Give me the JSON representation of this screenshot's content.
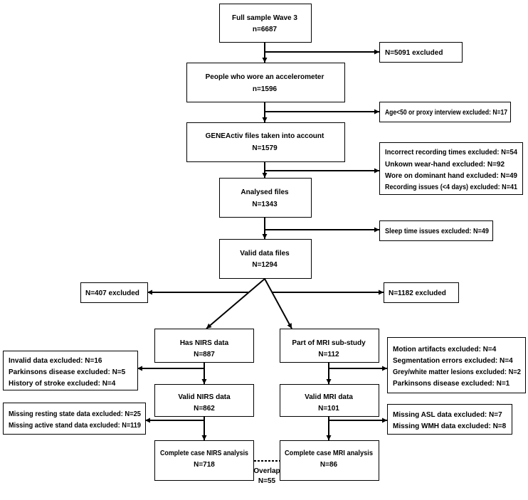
{
  "figure": {
    "nodes": {
      "full_sample": {
        "title": "Full sample Wave 3",
        "count": "n=6687"
      },
      "accelerometer": {
        "title": "People who wore an accelerometer",
        "count": "n=1596"
      },
      "geneactiv": {
        "title": "GENEActiv files taken into account",
        "count": "N=1579"
      },
      "analysed": {
        "title": "Analysed files",
        "count": "N=1343"
      },
      "valid_files": {
        "title": "Valid data files",
        "count": "N=1294"
      },
      "has_nirs": {
        "title": "Has NIRS data",
        "count": "N=887"
      },
      "mri_substudy": {
        "title": "Part of MRI sub-study",
        "count": "N=112"
      },
      "valid_nirs": {
        "title": "Valid NIRS data",
        "count": "N=862"
      },
      "valid_mri": {
        "title": "Valid MRI data",
        "count": "N=101"
      },
      "complete_nirs": {
        "title": "Complete case NIRS analysis",
        "count": "N=718"
      },
      "complete_mri": {
        "title": "Complete case MRI analysis",
        "count": "N=86"
      }
    },
    "exclusions": {
      "wave3": [
        "N=5091 excluded"
      ],
      "age_proxy": [
        "Age<50 or proxy interview excluded: N=17"
      ],
      "files": [
        "Incorrect recording times excluded: N=54",
        "Unkown wear-hand excluded: N=92",
        "Wore on dominant hand excluded: N=49",
        "Recording issues (<4 days) excluded: N=41"
      ],
      "sleep": [
        "Sleep time issues excluded: N=49"
      ],
      "split_left": [
        "N=407 excluded"
      ],
      "split_right": [
        "N=1182 excluded"
      ],
      "nirs_validity": [
        "Invalid data excluded: N=16",
        "Parkinsons disease excluded: N=5",
        "History of stroke excluded: N=4"
      ],
      "mri_validity": [
        "Motion artifacts excluded: N=4",
        "Segmentation errors excluded: N=4",
        "Grey/white matter lesions excluded: N=2",
        "Parkinsons disease excluded: N=1"
      ],
      "nirs_missing": [
        "Missing resting state data excluded: N=25",
        "Missing active stand data excluded: N=119"
      ],
      "mri_missing": [
        "Missing ASL data excluded: N=7",
        "Missing WMH data excluded: N=8"
      ]
    },
    "overlap": {
      "label": "Overlap",
      "count": "N=55"
    }
  },
  "colors": {
    "stroke": "#000000",
    "fill": "#ffffff",
    "text": "#000000"
  }
}
